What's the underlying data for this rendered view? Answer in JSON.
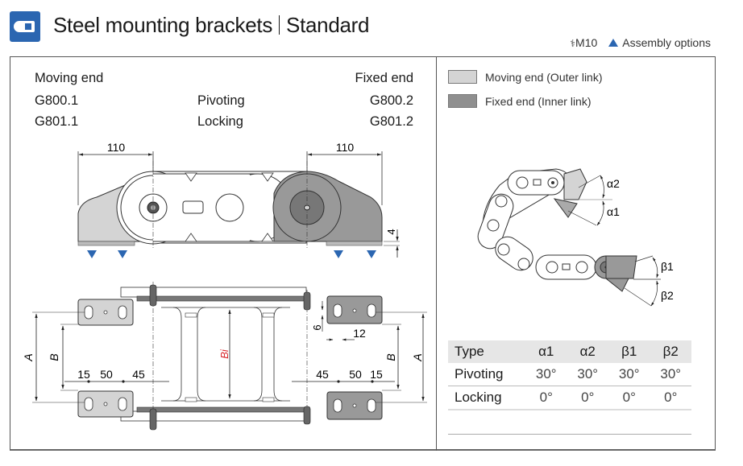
{
  "header": {
    "icon": "mounting-bracket-icon",
    "title": "Steel mounting brackets",
    "subtitle": "Standard",
    "screw_icon": "screw-icon",
    "screw_size": "M10",
    "assembly_icon": "blue-triangle-icon",
    "assembly_label": "Assembly options"
  },
  "left_panel": {
    "moving_end_label": "Moving end",
    "fixed_end_label": "Fixed end",
    "rows": [
      {
        "moving": "G800.1",
        "type": "Pivoting",
        "fixed": "G800.2"
      },
      {
        "moving": "G801.1",
        "type": "Locking",
        "fixed": "G801.2"
      }
    ],
    "side_view": {
      "dim_left": "110",
      "dim_right": "110",
      "dim_height": "4"
    },
    "top_view": {
      "dim_A": "A",
      "dim_B": "B",
      "dim_Bi": "Bi",
      "dims_left": [
        "15",
        "50",
        "45"
      ],
      "dims_right": [
        "45",
        "50",
        "15"
      ],
      "dim_6": "6",
      "dim_12": "12",
      "bi_color": "#d9262b"
    }
  },
  "right_panel": {
    "legend": [
      {
        "label": "Moving end (Outer link)",
        "color": "#d4d4d4"
      },
      {
        "label": "Fixed end (Inner link)",
        "color": "#8f8f8f"
      }
    ],
    "angle_labels": [
      "α2",
      "α1",
      "β1",
      "β2"
    ],
    "table": {
      "headers": [
        "Type",
        "α1",
        "α2",
        "β1",
        "β2"
      ],
      "rows": [
        [
          "Pivoting",
          "30°",
          "30°",
          "30°",
          "30°"
        ],
        [
          "Locking",
          "0°",
          "0°",
          "0°",
          "0°"
        ]
      ]
    }
  },
  "colors": {
    "accent": "#2b66b1",
    "moving_end": "#d4d4d4",
    "fixed_end": "#8f8f8f"
  }
}
